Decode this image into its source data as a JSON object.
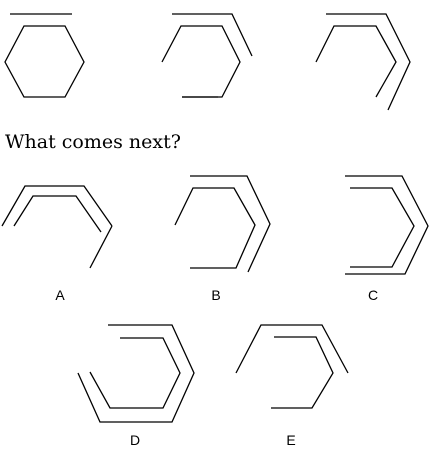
{
  "question": "What comes next?",
  "options": [
    {
      "label": "A"
    },
    {
      "label": "B"
    },
    {
      "label": "C"
    },
    {
      "label": "D"
    },
    {
      "label": "E"
    }
  ]
}
